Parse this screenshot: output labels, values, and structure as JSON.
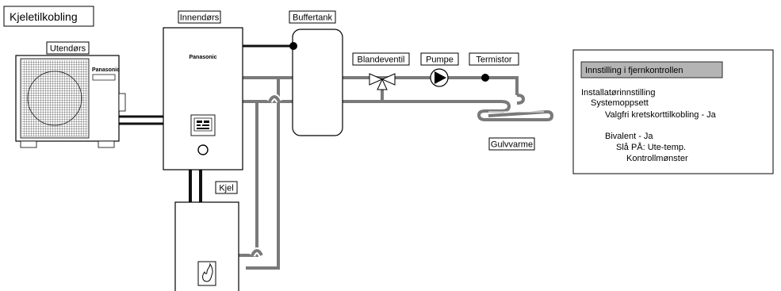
{
  "title": "Kjeletilkobling",
  "labels": {
    "outdoor": "Utendørs",
    "indoor": "Innendørs",
    "buffer_tank": "Buffertank",
    "mixing_valve": "Blandeventil",
    "pump": "Pumpe",
    "thermistor": "Termistor",
    "floor_heating": "Gulvvarme",
    "boiler": "Kjel"
  },
  "brand": "Panasonic",
  "remote_settings": {
    "header": "Innstilling i fjernkontrollen",
    "lines": [
      "Installatørinnstilling",
      "Systemoppsett",
      "Valgfri kretskorttilkobling - Ja",
      "Bivalent - Ja",
      "Slå PÅ: Ute-temp.",
      "Kontrollmønster"
    ]
  },
  "colors": {
    "pipe": "#7a7a7a",
    "pipe_dark": "#111111",
    "header_fill": "#b4b4b4",
    "unit_fill": "#ffffff"
  }
}
